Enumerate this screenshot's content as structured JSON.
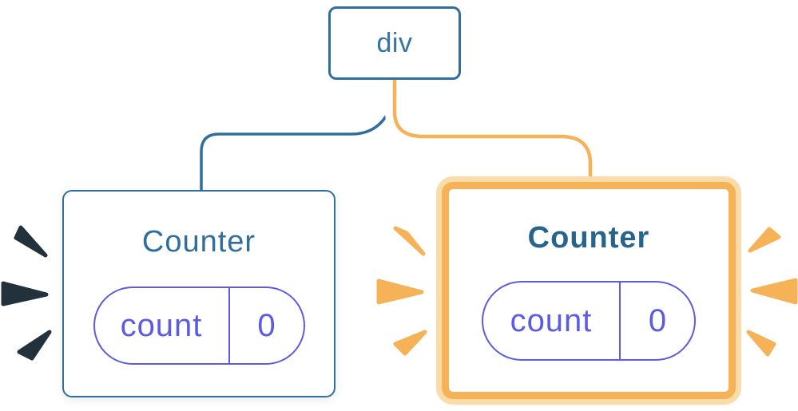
{
  "diagram": {
    "root": {
      "label": "div"
    },
    "left_card": {
      "title": "Counter",
      "state_key": "count",
      "state_value": "0"
    },
    "right_card": {
      "title": "Counter",
      "state_key": "count",
      "state_value": "0"
    },
    "edges": {
      "left": "div to left Counter",
      "right": "div to right Counter (new, highlighted)"
    },
    "colors": {
      "steel_blue": "#2F6F9F",
      "blue_text": "#35759E",
      "bold_title_blue": "#27648C",
      "indigo": "#5B5CE2",
      "orange": "#F5B257",
      "pale_orange_glow": "#FBDCA9",
      "dark_spark": "#23313D",
      "background": "#FFFFFF"
    }
  }
}
